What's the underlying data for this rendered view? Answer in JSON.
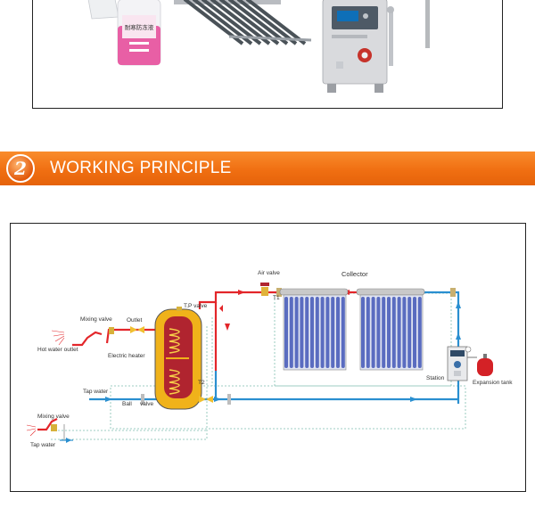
{
  "product_image": {
    "bottle_label": "耐寒防冻液"
  },
  "banner": {
    "number": "2",
    "title": "WORKING PRINCIPLE"
  },
  "diagram": {
    "labels": {
      "air_valve": "Air valve",
      "collector": "Collector",
      "t1": "T1",
      "tp_valve": "T.P valve",
      "outlet": "Outlet",
      "mixing_valve_top": "Mixing valve",
      "hot_water_outlet": "Hot water outlet",
      "electric_heater": "Electric heater",
      "t2": "T2",
      "tap_water_top": "Tap water",
      "ball_valve": "Ball",
      "valve_word": "valve",
      "station": "Station",
      "expansion_tank": "Expansion tank",
      "mixing_valve_bottom": "Mixing valve",
      "tap_water_bottom": "Tap water"
    },
    "colors": {
      "hot_pipe": "#e3262a",
      "cold_pipe": "#2a8fd0",
      "tank": "#f0b21a",
      "tank_inner": "#b0242f",
      "collector_tube": "#5a6cc0",
      "expansion_tank": "#d42126"
    }
  }
}
